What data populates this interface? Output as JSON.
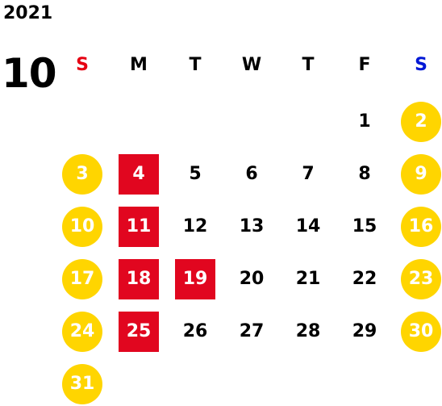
{
  "calendar": {
    "year": "2021",
    "month": "10",
    "weekday_headers": [
      "S",
      "M",
      "T",
      "W",
      "T",
      "F",
      "S"
    ],
    "colors": {
      "sunday_header": "#e60012",
      "saturday_header": "#0018d6",
      "weekend_circle": "#ffd500",
      "holiday_square": "#e1061f",
      "weekend_holiday_text": "#ffffff",
      "weekday_text": "#000000"
    },
    "days": [
      {
        "label": "1",
        "style": "normal"
      },
      {
        "label": "2",
        "style": "weekend"
      },
      {
        "label": "3",
        "style": "weekend"
      },
      {
        "label": "4",
        "style": "holiday"
      },
      {
        "label": "5",
        "style": "normal"
      },
      {
        "label": "6",
        "style": "normal"
      },
      {
        "label": "7",
        "style": "normal"
      },
      {
        "label": "8",
        "style": "normal"
      },
      {
        "label": "9",
        "style": "weekend"
      },
      {
        "label": "10",
        "style": "weekend"
      },
      {
        "label": "11",
        "style": "holiday"
      },
      {
        "label": "12",
        "style": "normal"
      },
      {
        "label": "13",
        "style": "normal"
      },
      {
        "label": "14",
        "style": "normal"
      },
      {
        "label": "15",
        "style": "normal"
      },
      {
        "label": "16",
        "style": "weekend"
      },
      {
        "label": "17",
        "style": "weekend"
      },
      {
        "label": "18",
        "style": "holiday"
      },
      {
        "label": "19",
        "style": "holiday"
      },
      {
        "label": "20",
        "style": "normal"
      },
      {
        "label": "21",
        "style": "normal"
      },
      {
        "label": "22",
        "style": "normal"
      },
      {
        "label": "23",
        "style": "weekend"
      },
      {
        "label": "24",
        "style": "weekend"
      },
      {
        "label": "25",
        "style": "holiday"
      },
      {
        "label": "26",
        "style": "normal"
      },
      {
        "label": "27",
        "style": "normal"
      },
      {
        "label": "28",
        "style": "normal"
      },
      {
        "label": "29",
        "style": "normal"
      },
      {
        "label": "30",
        "style": "weekend"
      },
      {
        "label": "31",
        "style": "weekend"
      }
    ]
  }
}
